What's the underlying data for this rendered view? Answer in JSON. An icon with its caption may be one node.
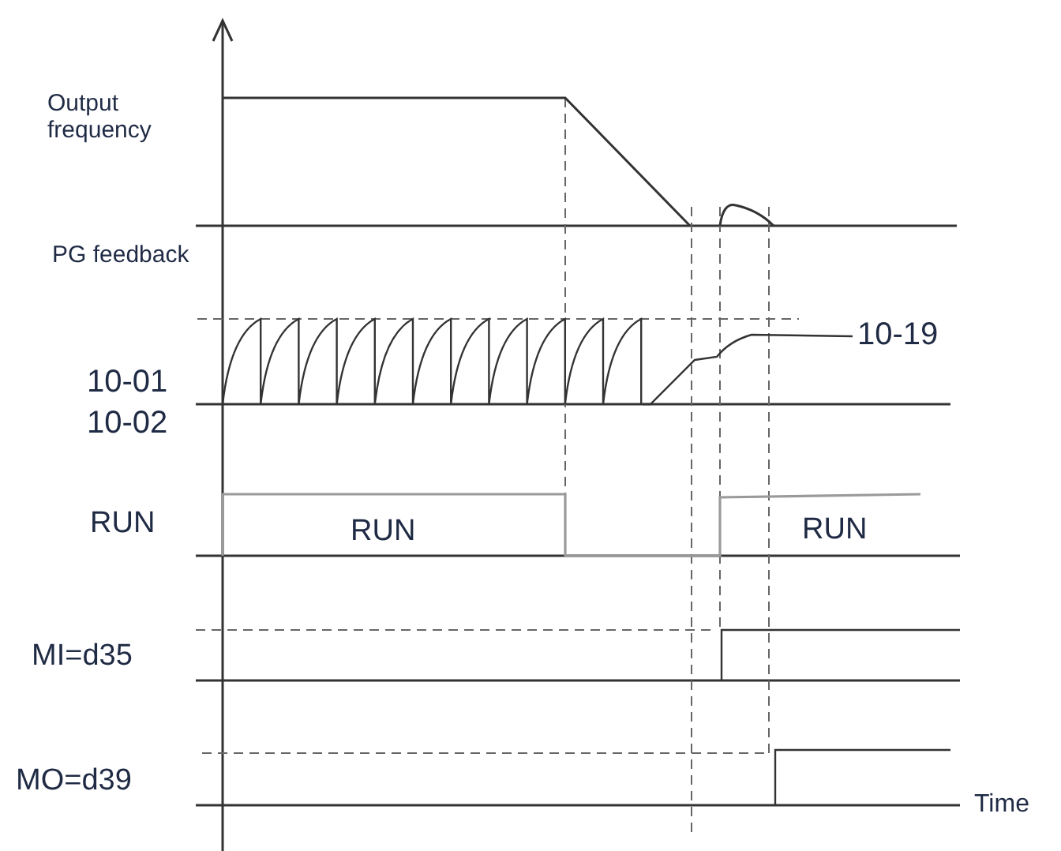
{
  "diagram": {
    "labels": [
      "Output frequency",
      "PG feedback",
      "10-19",
      "10-01",
      "10-02",
      "RUN",
      "RUN",
      "RUN",
      "MI=d35",
      "MO=d39",
      "Time"
    ]
  }
}
